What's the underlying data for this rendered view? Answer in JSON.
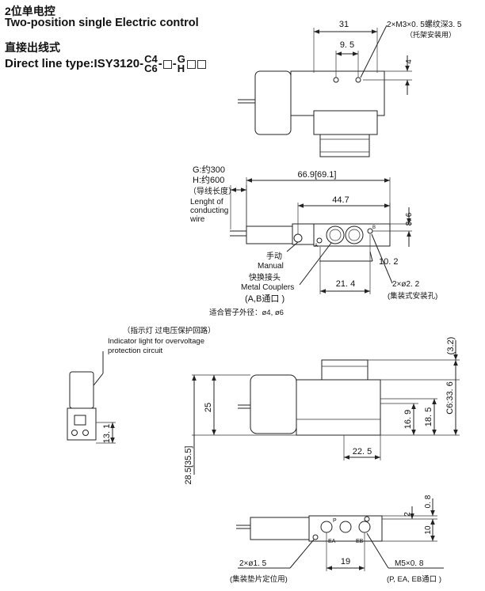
{
  "header": {
    "title_cn": "2位单电控",
    "title_en": "Two-position single Electric control",
    "subtitle_cn": "直接出线式",
    "subtitle_en_prefix": "Direct line type:ISY3120-",
    "code_top_1": "C4",
    "code_bottom_1": "C6",
    "dash_1": "-",
    "dash_2": "-",
    "code_top_2": "G",
    "code_bottom_2": "H"
  },
  "top_view": {
    "dim_31": "31",
    "dim_9_5": "9. 5",
    "dim_4": "4",
    "note_thread": "2×M3×0. 5螺纹深3. 5",
    "note_bracket": "（托架安装用）"
  },
  "mid_view": {
    "lead_g": "G:约300",
    "lead_h": "H:约600",
    "lead_len_cn": "（导线长度）",
    "lead_len_en_1": "Lenght of",
    "lead_len_en_2": "conducting",
    "lead_len_en_3": "wire",
    "dim_66_9": "66.9[69.1]",
    "dim_44_7": "44.7",
    "dim_8_6": "8. 6",
    "dim_10_2": "10. 2",
    "dim_21_4": "21. 4",
    "manual_cn": "手动",
    "manual_en": "Manual",
    "coupler_cn": "快换接头",
    "coupler_en": "Metal Couplers",
    "port_ab": "(A,B通口 )",
    "hole_spec": "2×ø2. 2",
    "hole_note": "(集装式安装孔)",
    "tube_note": "适合管子外径：ø4, ø6",
    "port_a": "A",
    "port_b": "B"
  },
  "side_view": {
    "indicator_cn": "（指示灯 过电压保护回路）",
    "indicator_en_1": "Indicator light for overvoltage",
    "indicator_en_2": "protection circuit",
    "dim_13_1": "13. 1",
    "dim_25": "25",
    "dim_28_5": "28.5[35.5]",
    "dim_3_2": "(3.2)",
    "dim_c6": "C6:33. 6",
    "dim_18_5": "18. 5",
    "dim_16_9": "16. 9",
    "dim_22_5": "22. 5"
  },
  "bottom_view": {
    "dim_0_8": "0. 8",
    "dim_2": "2",
    "dim_10": "10",
    "dim_19": "19",
    "pin_spec": "2×ø1. 5",
    "pin_note": "(集装垫片定位用)",
    "thread_spec": "M5×0. 8",
    "thread_note": "(P, EA, EB通口 )",
    "port_p": "P",
    "port_ea": "EA",
    "port_eb": "EB"
  }
}
